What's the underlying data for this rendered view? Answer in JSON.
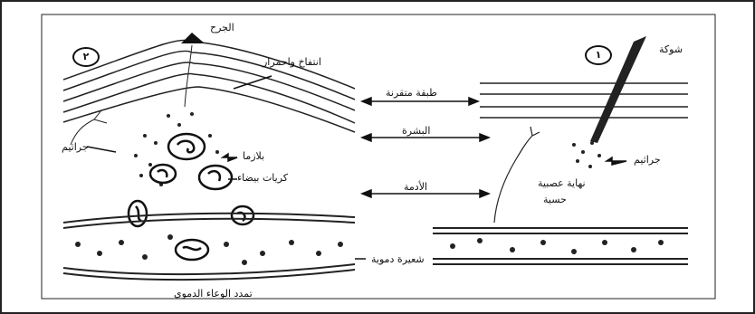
{
  "panel_left": {
    "number": "٢",
    "labels": {
      "wound": "الجرح",
      "swelling": "انتفاخ واحمرار",
      "germs": "جراثيم",
      "plasma": "بلازما",
      "white_cells": "كريات بيضاء",
      "vessel_dilation": "تمدد الوعاء الدموي"
    }
  },
  "panel_right": {
    "number": "١",
    "labels": {
      "thorn": "شوكة",
      "germs": "جراثيم",
      "nerve_ending_1": "نهاية عصبية",
      "nerve_ending_2": "حسية",
      "capillary": "شعيرة دموية"
    }
  },
  "center_labels": {
    "stratum_corneum": "طبقة متقرنة",
    "epidermis": "البشرة",
    "dermis": "الأدمة"
  }
}
